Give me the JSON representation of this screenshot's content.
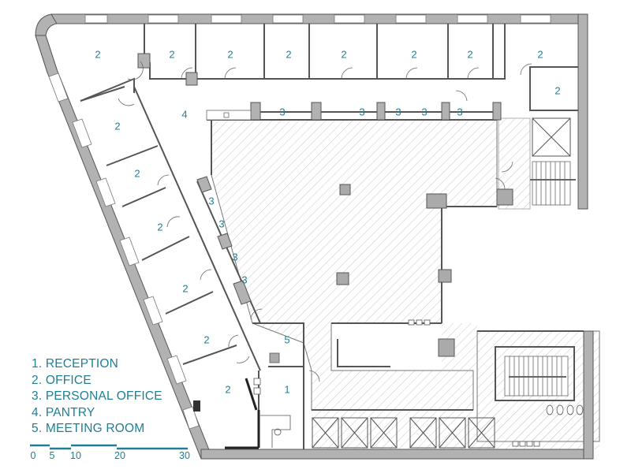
{
  "legend": {
    "items": [
      {
        "number": "1",
        "label": "1. RECEPTION"
      },
      {
        "number": "2",
        "label": "2. OFFICE"
      },
      {
        "number": "3",
        "label": "3. PERSONAL OFFICE"
      },
      {
        "number": "4",
        "label": "4. PANTRY"
      },
      {
        "number": "5",
        "label": "5. MEETING ROOM"
      }
    ]
  },
  "scale_bar": {
    "ticks": [
      "0",
      "5",
      "10",
      "20",
      "30"
    ]
  },
  "rooms": {
    "corner_office": "2",
    "top_offices": [
      "2",
      "2",
      "2",
      "2",
      "2",
      "2",
      "2"
    ],
    "right_office": "2",
    "pantry": "4",
    "left_offices": [
      "2",
      "2",
      "2",
      "2",
      "2",
      "2"
    ],
    "personal_top": [
      "3",
      "3",
      "3",
      "3",
      "3"
    ],
    "personal_side": [
      "3",
      "3",
      "3",
      "3"
    ],
    "meeting_room": "5",
    "reception": "1"
  },
  "colors": {
    "label": "#1d7f95",
    "wall": "#b2b2b2",
    "line": "#555555"
  }
}
